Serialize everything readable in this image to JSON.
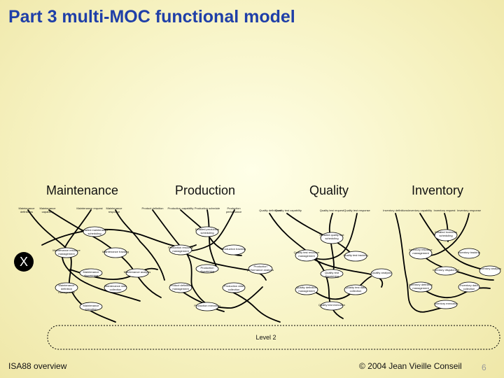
{
  "title": "Part 3 multi-MOC functional model",
  "categories": {
    "maintenance": "Maintenance",
    "production": "Production",
    "quality": "Quality",
    "inventory": "Inventory"
  },
  "maintenance_labels": {
    "definitions": "Maintenance definitions",
    "capability": "Maintenance capability",
    "request": "Maintenance request",
    "response": "Maintenance response",
    "detailed_scheduling": "Detailed maintenance scheduling",
    "resource_management": "Maintenance resource management",
    "tracking": "Maintenance tracking",
    "dispatching": "Maintenance dispatching",
    "analysis": "Maintenance analysis",
    "definition_management": "Maintenance definition management",
    "data_collection": "Maintenance data collection",
    "execution": "Maintenance execution"
  },
  "production_labels": {
    "product_definition": "Product definition",
    "capability": "Production capability",
    "schedule": "Production schedule",
    "performance": "Production performance",
    "detailed_scheduling": "Detailed production scheduling",
    "resource_management": "Production resource management",
    "tracking": "Production tracking",
    "dispatching": "Production dispatching",
    "performance_analysis": "Production performance analysis",
    "definition_management": "Product definition management",
    "data_collection": "Production data collection",
    "execution": "Production execution"
  },
  "quality_labels": {
    "definitions": "Quality definitions",
    "capability": "Quality test capability",
    "request": "Quality test request",
    "response": "Quality test response",
    "detailed_scheduling": "Detailed quality test scheduling",
    "resource_management": "Quality test resource management",
    "tracking": "Quality test tracking",
    "dispatching": "Quality test dispatching",
    "analysis": "Quality analysis",
    "definition_management": "Quality definition management",
    "data_collection": "Quality test data collection",
    "execution": "Quality test execution"
  },
  "inventory_labels": {
    "definitions": "Inventory definitions",
    "capability": "Inventory capability",
    "request": "Inventory request",
    "response": "Inventory response",
    "detailed_scheduling": "Detailed inventory scheduling",
    "resource_management": "Inventory resource management",
    "tracking": "Inventory tracking",
    "dispatching": "Inventory dispatching",
    "analysis": "Inventory analysis",
    "definition_management": "Inventory definition management",
    "data_collection": "Inventory data collection",
    "execution": "Inventory execution"
  },
  "x_marker": "X",
  "level_label": "Level 2",
  "footer_left": "ISA88 overview",
  "footer_right": "© 2004 Jean Vieille Conseil",
  "page_number": "6"
}
